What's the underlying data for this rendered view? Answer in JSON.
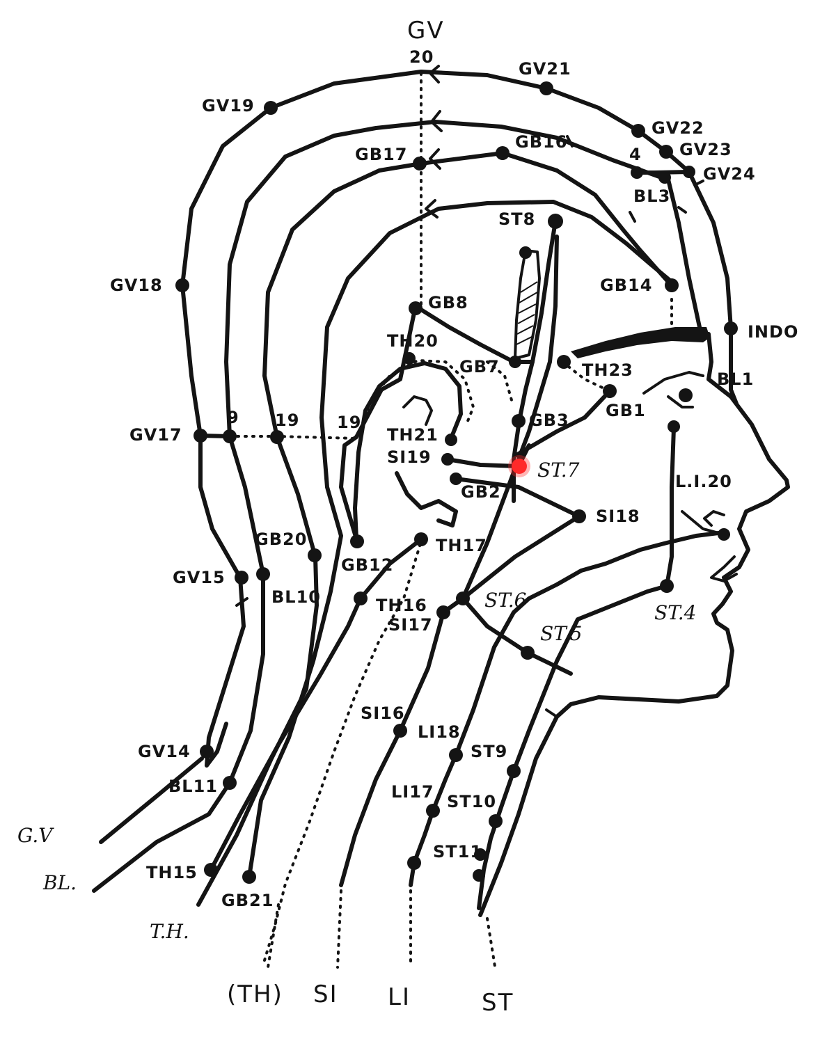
{
  "diagram": {
    "highlight_color": "#ff2a2a",
    "ink_color": "#141414",
    "highlighted_point": "ST.7",
    "meridians": [
      "(TH)",
      "SI",
      "LI",
      "ST"
    ],
    "side_labels": [
      "G.V",
      "BL.",
      "T.H."
    ],
    "point_labels": {
      "gv": "GV",
      "gv20": "20",
      "gv21": "GV21",
      "gv19": "GV19",
      "gv22": "GV22",
      "gv23": "GV23",
      "gv24": "GV24",
      "bl4": "4",
      "bl3": "BL3",
      "gb16": "GB16",
      "gb17": "GB17",
      "st8": "ST8",
      "gb14": "GB14",
      "gv18": "GV18",
      "gb8": "GB8",
      "indo": "INDO",
      "th20": "TH20",
      "gb7": "GB7",
      "th23": "TH23",
      "bl1": "BL1",
      "gb3": "GB3",
      "gb1": "GB1",
      "gv17": "GV17",
      "nine": "9",
      "nineteen_a": "19",
      "nineteen_b": "19",
      "th21": "TH21",
      "si19": "SI19",
      "st7": "ST.7",
      "li20": "L.I.20",
      "gb2": "GB2",
      "si18": "SI18",
      "th17": "TH17",
      "gb20": "GB20",
      "gb12": "GB12",
      "gv15": "GV15",
      "bl10": "BL10",
      "th16": "TH16",
      "st6": "ST.6",
      "si17": "SI17",
      "st4": "ST.4",
      "st5": "ST.5",
      "si16": "SI16",
      "li18": "LI18",
      "st9": "ST9",
      "gv14": "GV14",
      "li17": "LI17",
      "st10": "ST10",
      "bl11": "BL11",
      "st11": "ST11",
      "th15": "TH15",
      "gb21": "GB21"
    }
  }
}
